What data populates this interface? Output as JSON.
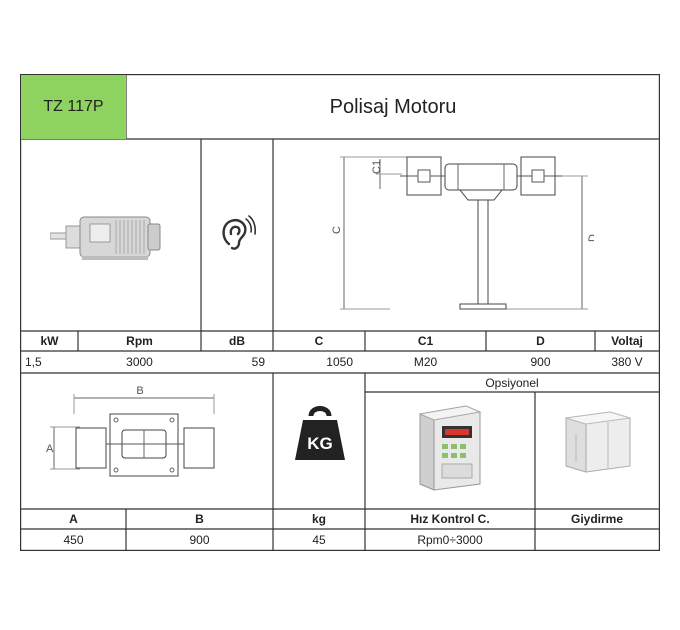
{
  "header": {
    "model": "TZ 117P",
    "title": "Polisaj Motoru"
  },
  "specs_top": {
    "headers": [
      "kW",
      "Rpm",
      "dB",
      "C",
      "C1",
      "D",
      "Voltaj"
    ],
    "values": [
      "1,5",
      "3000",
      "59",
      "1050",
      "M20",
      "900",
      "380 V"
    ]
  },
  "diagram_labels": {
    "c": "C",
    "c1": "C1",
    "d": "D",
    "a": "A",
    "b": "B"
  },
  "weight_icon_label": "KG",
  "optional_label": "Opsiyonel",
  "specs_bottom": {
    "headers": [
      "A",
      "B",
      "kg",
      "Hız Kontrol C.",
      "Giydirme"
    ],
    "values": [
      "450",
      "900",
      "45",
      "Rpm0÷3000",
      ""
    ]
  },
  "colors": {
    "model_bg": "#8ed35f",
    "border": "#333333"
  },
  "icons": [
    "motor-icon",
    "ear-icon",
    "weight-icon",
    "polishing-machine-side-diagram",
    "polishing-machine-top-diagram",
    "speed-controller-icon",
    "enclosure-cabinet-icon"
  ]
}
